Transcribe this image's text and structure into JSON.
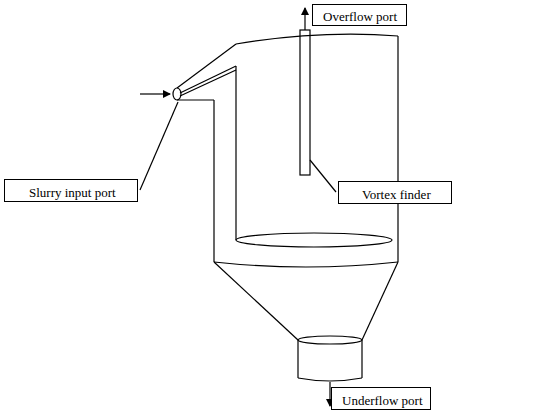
{
  "diagram": {
    "nodes": [
      {
        "text": [
          "Overflow port"
        ]
      },
      {
        "text": [
          "Slurry input port"
        ]
      },
      {
        "text": [
          "Vortex finder"
        ]
      },
      {
        "text": [
          "Underflow port"
        ]
      }
    ]
  }
}
